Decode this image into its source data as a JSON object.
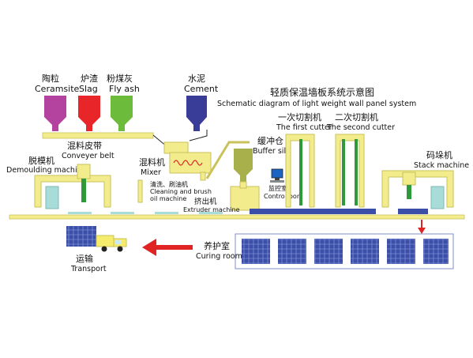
{
  "title_cn": "轻质保温墙板系统示意图",
  "title_en": "Schematic diagram of light weight wall panel system",
  "hoppers": {
    "ceramsite": {
      "cn": "陶粒",
      "en": "Ceramsite",
      "color": "#b3439e"
    },
    "slag": {
      "cn": "炉渣",
      "en": "Slag",
      "color": "#e8262a"
    },
    "flyash": {
      "cn": "粉煤灰",
      "en": "Fly ash",
      "color": "#6dbb3a"
    },
    "cement": {
      "cn": "水泥",
      "en": "Cement",
      "color": "#3a3d97"
    }
  },
  "labels": {
    "conveyer_cn": "混料皮带",
    "conveyer_en": "Conveyer belt",
    "mixer_cn": "混料机",
    "mixer_en": "Mixer",
    "buffer_cn": "缓冲仓",
    "buffer_en": "Buffer silo",
    "demould_cn": "脱模机",
    "demould_en": "Demoulding machine",
    "clean_cn": "清洗、刷油机",
    "clean_en1": "Cleaning and brush",
    "clean_en2": "oil machine",
    "extruder_cn": "挤出机",
    "extruder_en": "Extruder machine",
    "control_cn": "监控室",
    "control_en": "Controlroom",
    "cutter1_cn": "一次切割机",
    "cutter1_en": "The first cutter",
    "cutter2_cn": "二次切割机",
    "cutter2_en": "The second cutter",
    "stack_cn": "码垛机",
    "stack_en": "Stack machine",
    "curing_cn": "养护室",
    "curing_en": "Curing room",
    "transport_cn": "运输",
    "transport_en": "Transport"
  },
  "colors": {
    "machine_yellow": "#f2ec8c",
    "machine_outline": "#c9c25a",
    "teal": "#a8dcd8",
    "green_bar": "#2e9a3a",
    "panel_blue": "#3c4fa8",
    "arrow_red": "#e02424",
    "truck_yellow": "#f5ec6e",
    "mixer_olive": "#a7b04a"
  }
}
